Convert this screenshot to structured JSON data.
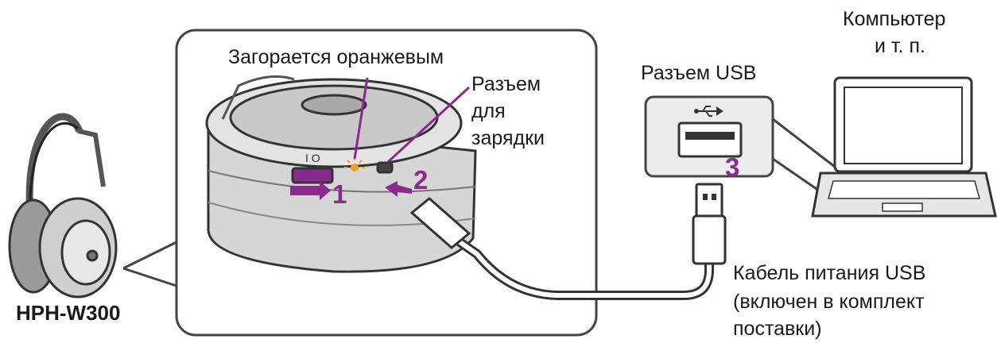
{
  "labels": {
    "led_orange": "Загорается оранжевым",
    "charging_port_lines": [
      "Разъем",
      "для",
      "зарядки"
    ],
    "usb_port": "Разъем USB",
    "computer_lines": [
      "Компьютер",
      "и т. п."
    ],
    "cable_lines": [
      "Кабель питания USB",
      "(включен в комплект",
      "поставки)"
    ],
    "model": "HPH-W300"
  },
  "steps": [
    "1",
    "2",
    "3"
  ],
  "icons": [
    "headphones-icon",
    "usb-symbol-icon",
    "laptop-icon",
    "usb-plug-icon",
    "led-icon"
  ],
  "colors": {
    "accent": "#8b2a8e",
    "led": "#f0a020",
    "line": "#333333",
    "panel_fill": "#ececec"
  }
}
